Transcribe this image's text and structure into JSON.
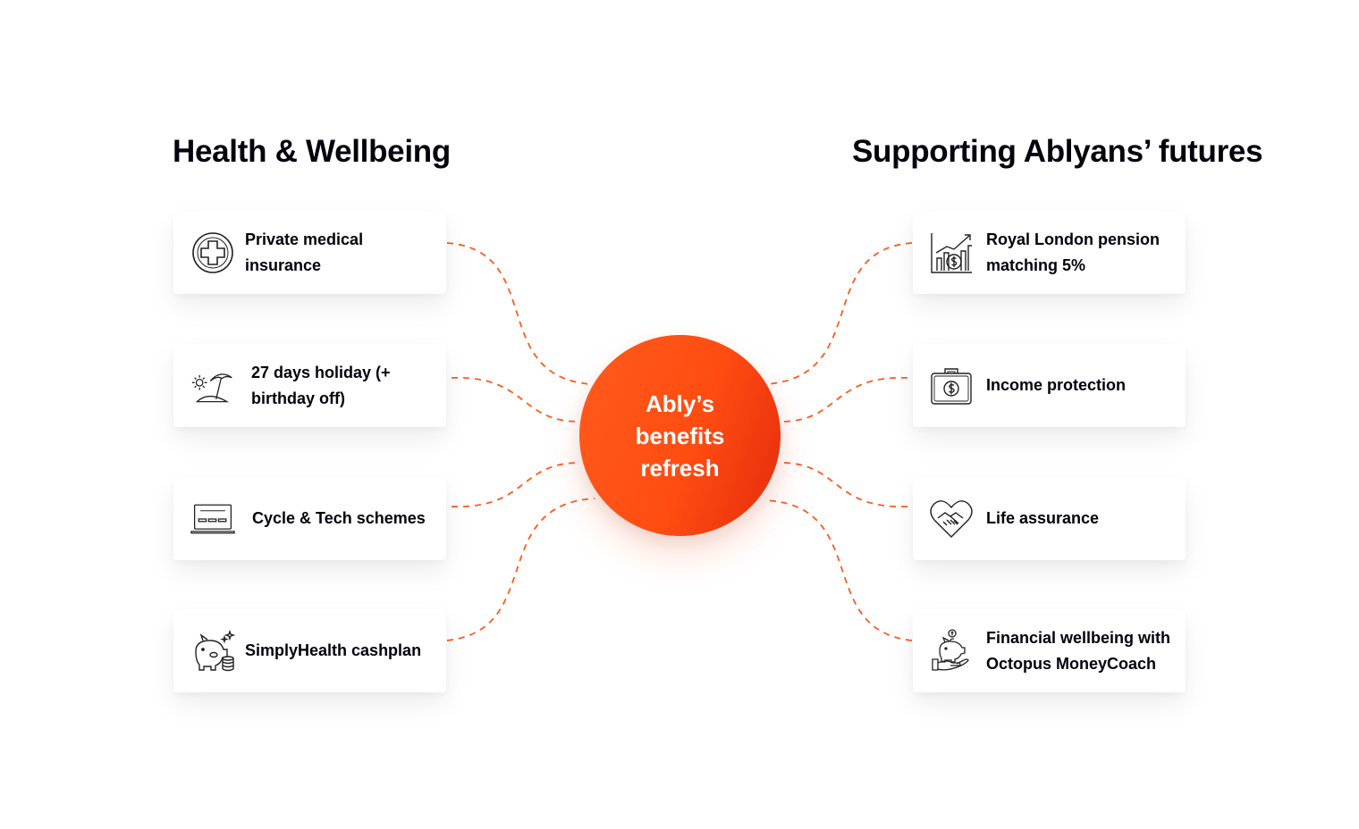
{
  "headings": {
    "left": "Health & Wellbeing",
    "right": "Supporting Ablyans’ futures"
  },
  "hub": {
    "label": "Ably’s benefits refresh"
  },
  "left_cards": [
    {
      "label": "Private medical insurance",
      "icon": "medical-cross-icon"
    },
    {
      "label": "27 days holiday (+ birthday off)",
      "icon": "beach-umbrella-icon"
    },
    {
      "label": "Cycle & Tech schemes",
      "icon": "laptop-icon"
    },
    {
      "label": "SimplyHealth cashplan",
      "icon": "piggy-bank-coins-icon"
    }
  ],
  "right_cards": [
    {
      "label": "Royal London pension matching 5%",
      "icon": "growth-chart-icon"
    },
    {
      "label": "Income protection",
      "icon": "money-case-icon"
    },
    {
      "label": "Life assurance",
      "icon": "handshake-heart-icon"
    },
    {
      "label": "Financial wellbeing with Octopus MoneyCoach",
      "icon": "hand-piggy-icon"
    }
  ],
  "colors": {
    "accent": "#ff5a1d",
    "accent_dark": "#e52b0c",
    "connector": "#ff5a1d",
    "text": "#03020d"
  }
}
